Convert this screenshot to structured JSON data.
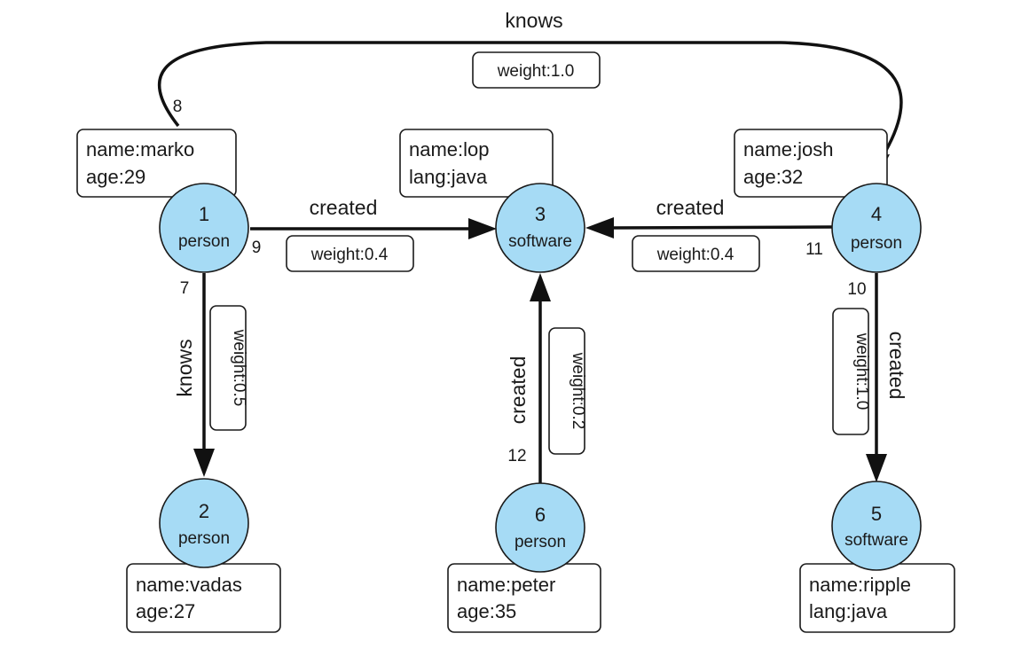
{
  "vertices": {
    "v1": {
      "id": "1",
      "label": "person",
      "props": [
        "name:marko",
        "age:29"
      ]
    },
    "v2": {
      "id": "2",
      "label": "person",
      "props": [
        "name:vadas",
        "age:27"
      ]
    },
    "v3": {
      "id": "3",
      "label": "software",
      "props": [
        "name:lop",
        "lang:java"
      ]
    },
    "v4": {
      "id": "4",
      "label": "person",
      "props": [
        "name:josh",
        "age:32"
      ]
    },
    "v5": {
      "id": "5",
      "label": "software",
      "props": [
        "name:ripple",
        "lang:java"
      ]
    },
    "v6": {
      "id": "6",
      "label": "person",
      "props": [
        "name:peter",
        "age:35"
      ]
    }
  },
  "edges": {
    "e7": {
      "id": "7",
      "label": "knows",
      "weight": "weight:0.5"
    },
    "e8": {
      "id": "8",
      "label": "knows",
      "weight": "weight:1.0"
    },
    "e9": {
      "id": "9",
      "label": "created",
      "weight": "weight:0.4"
    },
    "e10": {
      "id": "10",
      "label": "created",
      "weight": "weight:1.0"
    },
    "e11": {
      "id": "11",
      "label": "created",
      "weight": "weight:0.4"
    },
    "e12": {
      "id": "12",
      "label": "created",
      "weight": "weight:0.2"
    }
  },
  "colors": {
    "vertex_fill": "#a6dbf5",
    "stroke": "#1a1a1a"
  }
}
